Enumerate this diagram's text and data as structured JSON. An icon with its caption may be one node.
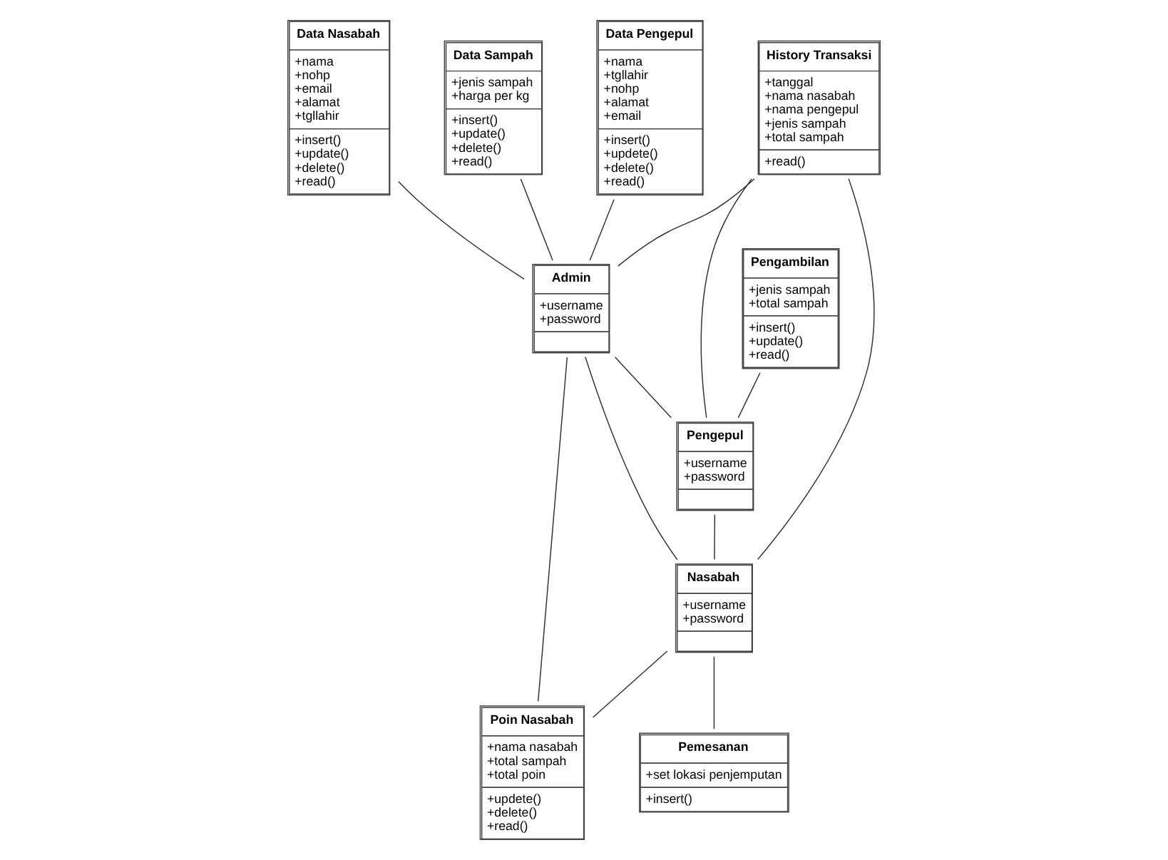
{
  "diagram": {
    "nodes": [
      {
        "text": [
          "Data Nasabah",
          "+nama +nohp +email +alamat +tgllahir",
          "+insert() +update() +delete() +read()"
        ]
      },
      {
        "text": [
          "Data Sampah",
          "+jenis sampah +harga per kg",
          "+insert() +update() +delete() +read()"
        ]
      },
      {
        "text": [
          "History Transaksi",
          "+tanggal +nama nasabah +nama pengepul +jenis sampah +total sampah",
          "+read()"
        ]
      },
      {
        "text": [
          "Pengambilan",
          "+jenis sampah +total sampah",
          "+insert() +update() +read()"
        ]
      },
      {
        "text": [
          "Admin",
          "+username +password"
        ]
      },
      {
        "text": [
          "Pengepul",
          "+username +password"
        ]
      },
      {
        "text": [
          "Data Pengepul",
          "+nama +tgllahir +nohp +alamat +email",
          "+insert() +updete() +delete() +read()"
        ]
      },
      {
        "text": [
          "Nasabah",
          "+username +password"
        ]
      },
      {
        "text": [
          "Poin Nasabah",
          "+nama nasabah +total sampah +total poin",
          "+updete() +delete() +read()"
        ]
      },
      {
        "text": [
          "Pemesanan",
          "+set lokasi penjemputan",
          "+insert()"
        ]
      }
    ],
    "edges": [
      {
        "from": 0,
        "to": 4,
        "arrow": "none"
      },
      {
        "from": 1,
        "to": 4,
        "arrow": "none"
      },
      {
        "from": 2,
        "to": 4,
        "arrow": "none"
      },
      {
        "from": 4,
        "to": 5,
        "arrow": "none"
      },
      {
        "from": 4,
        "to": 7,
        "arrow": "none"
      },
      {
        "from": 6,
        "to": 4,
        "arrow": "none"
      },
      {
        "from": 4,
        "to": 8,
        "arrow": "none"
      },
      {
        "from": 2,
        "to": 7,
        "arrow": "none"
      },
      {
        "from": 2,
        "to": 5,
        "arrow": "none"
      },
      {
        "from": 3,
        "to": 5,
        "arrow": "none"
      },
      {
        "from": 5,
        "to": 7,
        "arrow": "none"
      },
      {
        "from": 7,
        "to": 8,
        "arrow": "none"
      },
      {
        "from": 7,
        "to": 9,
        "arrow": "none"
      }
    ]
  }
}
